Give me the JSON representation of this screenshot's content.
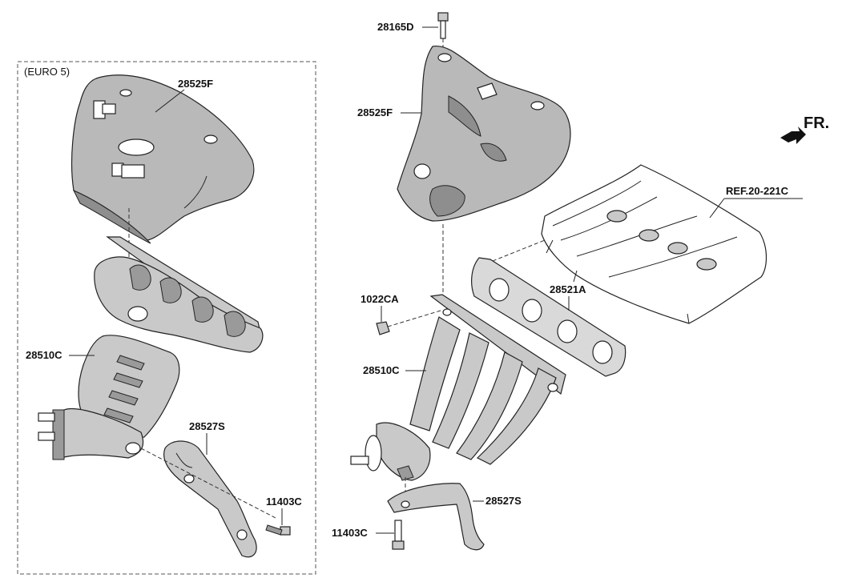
{
  "variant_box": {
    "label": "(EURO 5)"
  },
  "labels": {
    "heat_protector_left": "28525F",
    "heat_protector_right": "28525F",
    "manifold_left": "28510C",
    "manifold_right": "28510C",
    "bracket_left": "28527S",
    "bracket_right": "28527S",
    "bolt_left": "11403C",
    "bolt_right": "11403C",
    "bolt_top": "28165D",
    "nut": "1022CA",
    "gasket": "28521A",
    "reference": "REF.20-221C",
    "front": "FR."
  },
  "icons": {
    "front_arrow": "front-arrow-icon"
  }
}
